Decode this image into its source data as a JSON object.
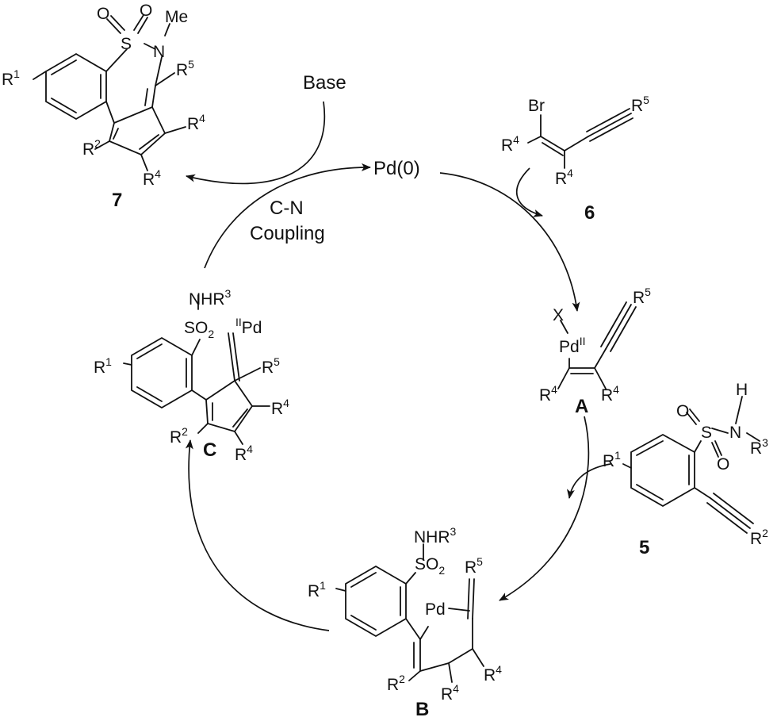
{
  "catalyst": "Pd(0)",
  "base": "Base",
  "coupling_line1": "C-N",
  "coupling_line2": "Coupling",
  "compounds": {
    "product": {
      "label": "7",
      "R1": "R",
      "R1_sup": "1",
      "R2": "R",
      "R2_sup": "2",
      "R4a": "R",
      "R4a_sup": "4",
      "R4b": "R",
      "R4b_sup": "4",
      "R5": "R",
      "R5_sup": "5",
      "Me": "Me",
      "S": "S",
      "N": "N",
      "O1": "O",
      "O2": "O"
    },
    "bromoenyne": {
      "label": "6",
      "Br": "Br",
      "R4a": "R",
      "R4a_sup": "4",
      "R4b": "R",
      "R4b_sup": "4",
      "R5": "R",
      "R5_sup": "5"
    },
    "intA": {
      "label": "A",
      "X": "X",
      "Pd": "Pd",
      "Pd_sup": "II",
      "R4a": "R",
      "R4a_sup": "4",
      "R4b": "R",
      "R4b_sup": "4",
      "R5": "R",
      "R5_sup": "5"
    },
    "sulfonamide": {
      "label": "5",
      "H": "H",
      "N": "N",
      "R3": "R",
      "R3_sup": "3",
      "S": "S",
      "O1": "O",
      "O2": "O",
      "R1": "R",
      "R1_sup": "1",
      "R2": "R",
      "R2_sup": "2"
    },
    "intB": {
      "label": "B",
      "NHR": "NHR",
      "NHR_sup": "3",
      "SO": "SO",
      "SO_sub": "2",
      "Pd": "Pd",
      "R1": "R",
      "R1_sup": "1",
      "R2": "R",
      "R2_sup": "2",
      "R4a": "R",
      "R4a_sup": "4",
      "R4b": "R",
      "R4b_sup": "4",
      "R5": "R",
      "R5_sup": "5"
    },
    "intC": {
      "label": "C",
      "NHR": "NHR",
      "NHR_sup": "3",
      "SO": "SO",
      "SO_sub": "2",
      "Pd_sup": "II",
      "Pd": "Pd",
      "R1": "R",
      "R1_sup": "1",
      "R2": "R",
      "R2_sup": "2",
      "R4a": "R",
      "R4a_sup": "4",
      "R4b": "R",
      "R4b_sup": "4",
      "R5": "R",
      "R5_sup": "5"
    }
  }
}
